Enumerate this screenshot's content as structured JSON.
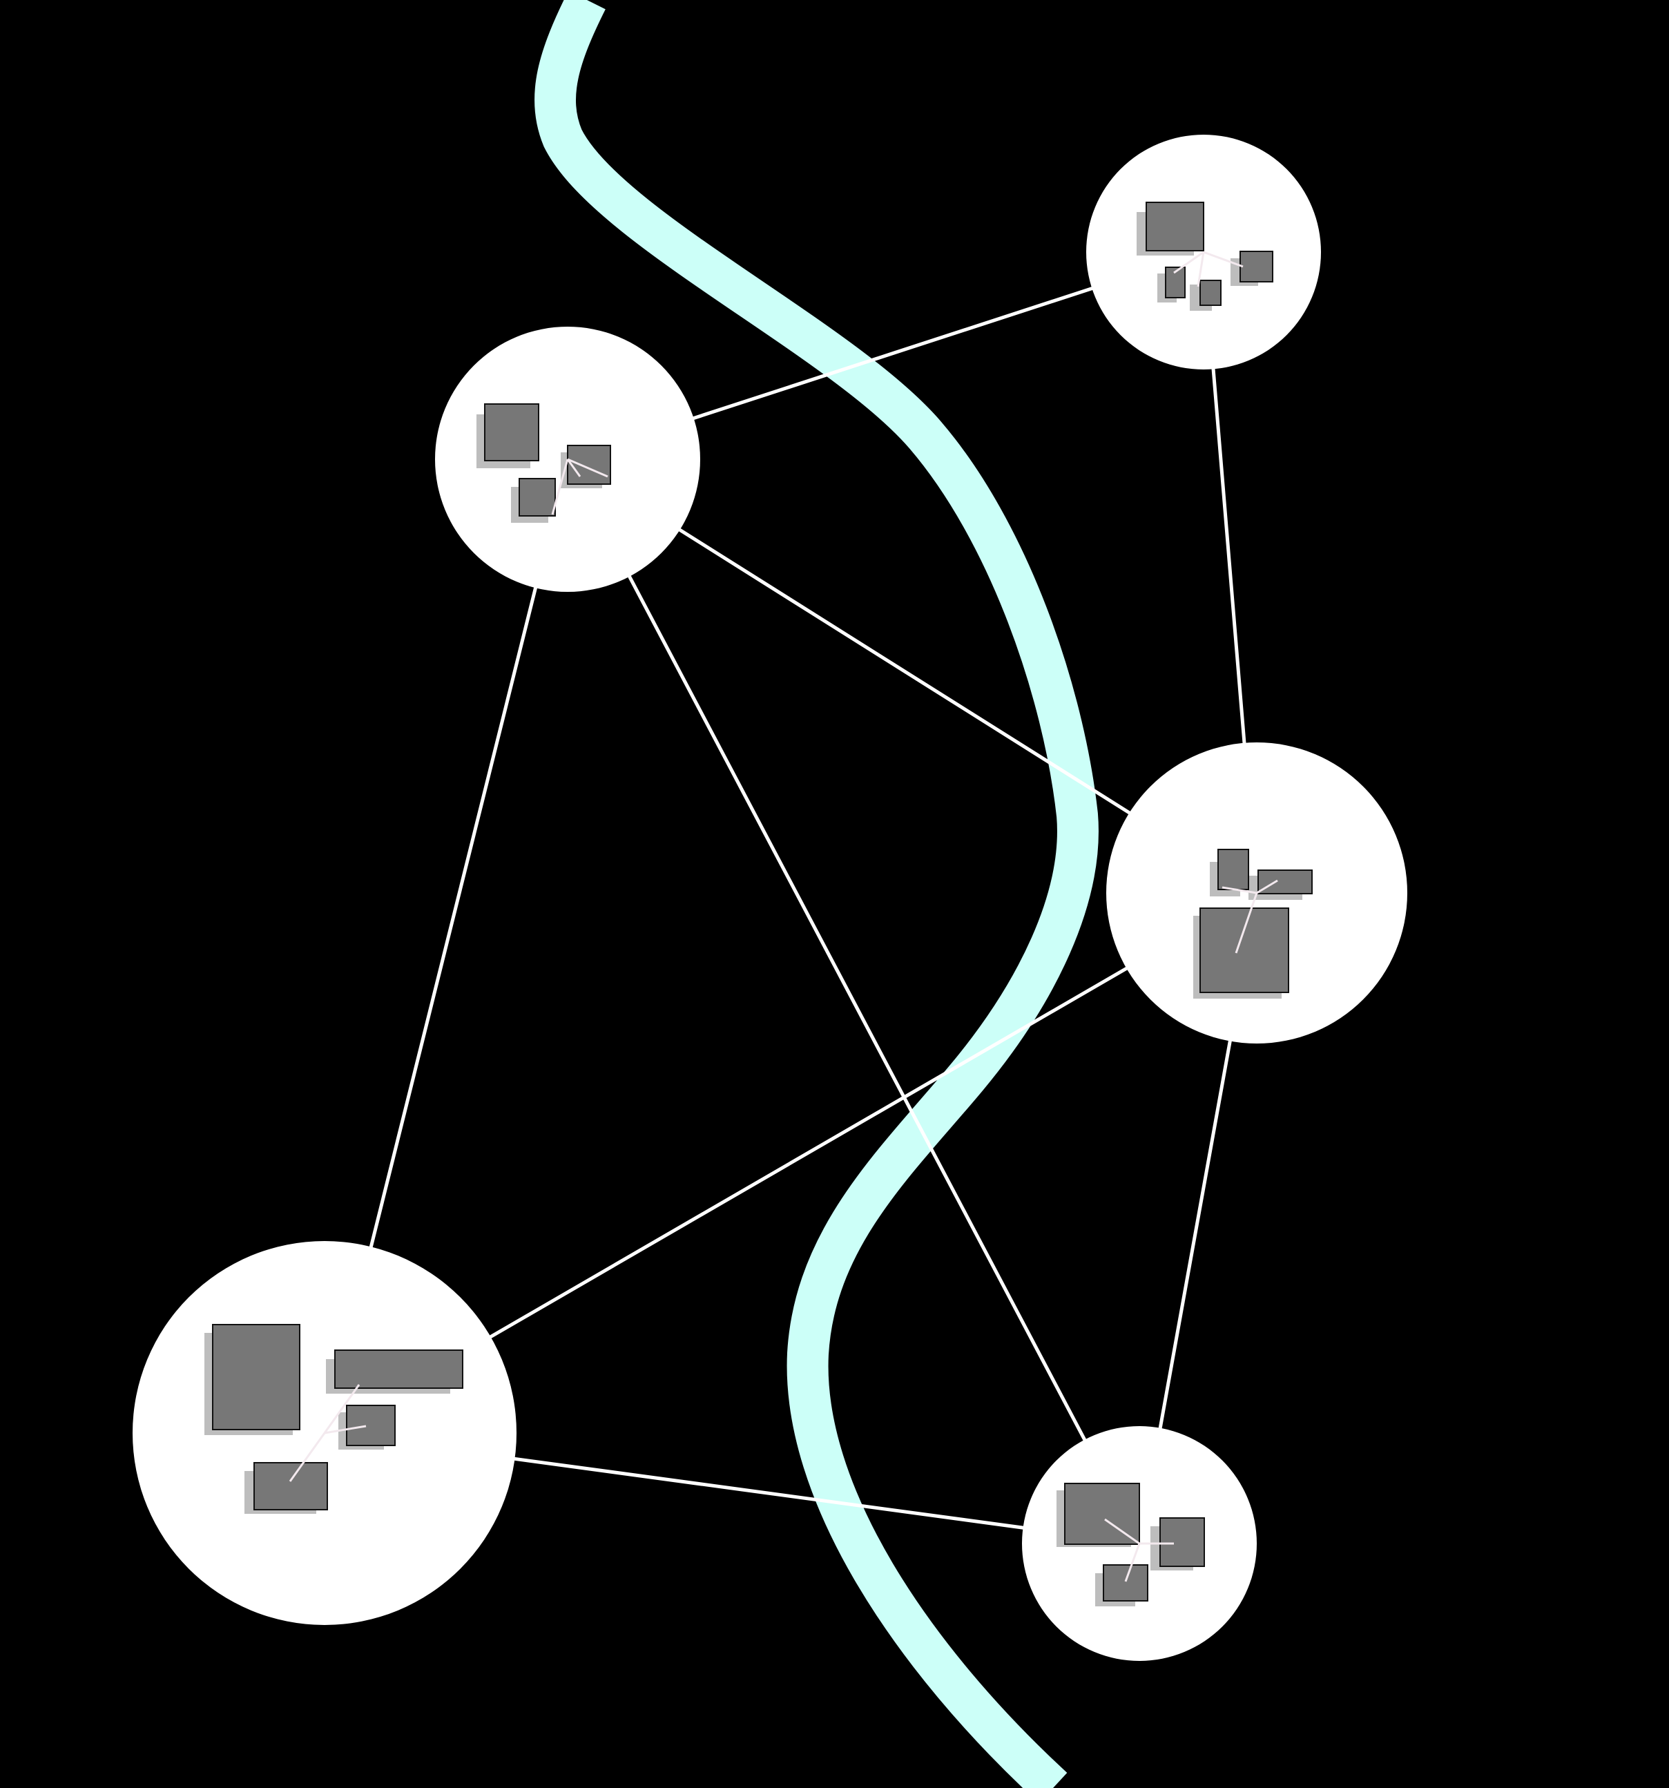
{
  "map": {
    "colors": {
      "background": "#000000",
      "river": "#ccfff8",
      "settlement_fill": "#ffffff",
      "road": "#ffffff",
      "building_fill": "#777777",
      "building_stroke": "#111111",
      "building_shadow": "#bdbdbd"
    },
    "settlements": [
      {
        "id": "settlement-northeast",
        "buildings": 4
      },
      {
        "id": "settlement-north",
        "buildings": 3
      },
      {
        "id": "settlement-east",
        "buildings": 3
      },
      {
        "id": "settlement-southwest",
        "buildings": 4
      },
      {
        "id": "settlement-southeast",
        "buildings": 3
      }
    ],
    "roads": [
      [
        "settlement-north",
        "settlement-northeast"
      ],
      [
        "settlement-north",
        "settlement-east"
      ],
      [
        "settlement-north",
        "settlement-southwest"
      ],
      [
        "settlement-north",
        "settlement-southeast"
      ],
      [
        "settlement-northeast",
        "settlement-east"
      ],
      [
        "settlement-east",
        "settlement-southwest"
      ],
      [
        "settlement-east",
        "settlement-southeast"
      ],
      [
        "settlement-southwest",
        "settlement-southeast"
      ]
    ],
    "river": {
      "name": "river",
      "crosses_map": "north-to-south"
    }
  }
}
